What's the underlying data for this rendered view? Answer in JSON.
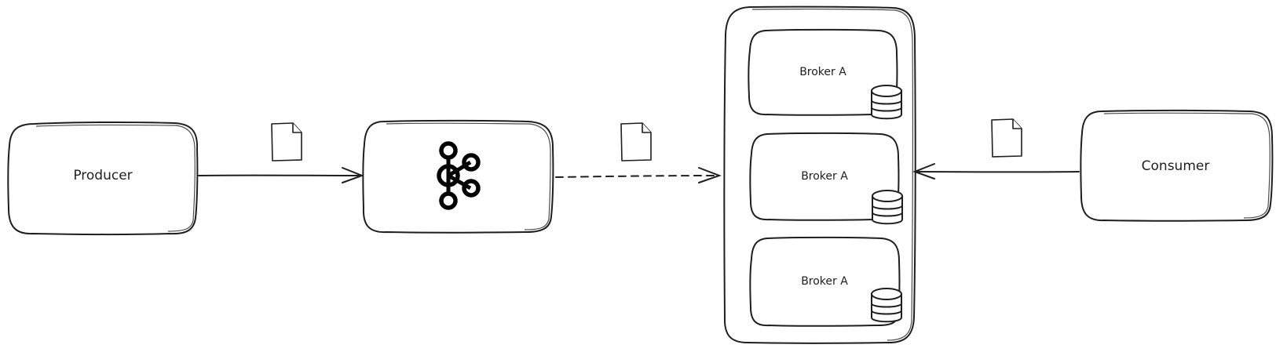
{
  "diagram": {
    "nodes": {
      "producer": {
        "label": "Producer"
      },
      "kafka": {
        "icon": "kafka-icon"
      },
      "cluster": {
        "brokers": [
          {
            "label": "Broker A",
            "icon": "database-icon"
          },
          {
            "label": "Broker A",
            "icon": "database-icon"
          },
          {
            "label": "Broker A",
            "icon": "database-icon"
          }
        ]
      },
      "consumer": {
        "label": "Consumer"
      }
    },
    "edges": [
      {
        "from": "producer",
        "to": "kafka",
        "style": "solid",
        "icon": "document-icon"
      },
      {
        "from": "kafka",
        "to": "cluster",
        "style": "dashed",
        "icon": "document-icon"
      },
      {
        "from": "consumer",
        "to": "cluster",
        "style": "solid",
        "icon": "document-icon"
      }
    ],
    "colors": {
      "stroke": "#1e1e1e",
      "background": "#ffffff"
    }
  }
}
